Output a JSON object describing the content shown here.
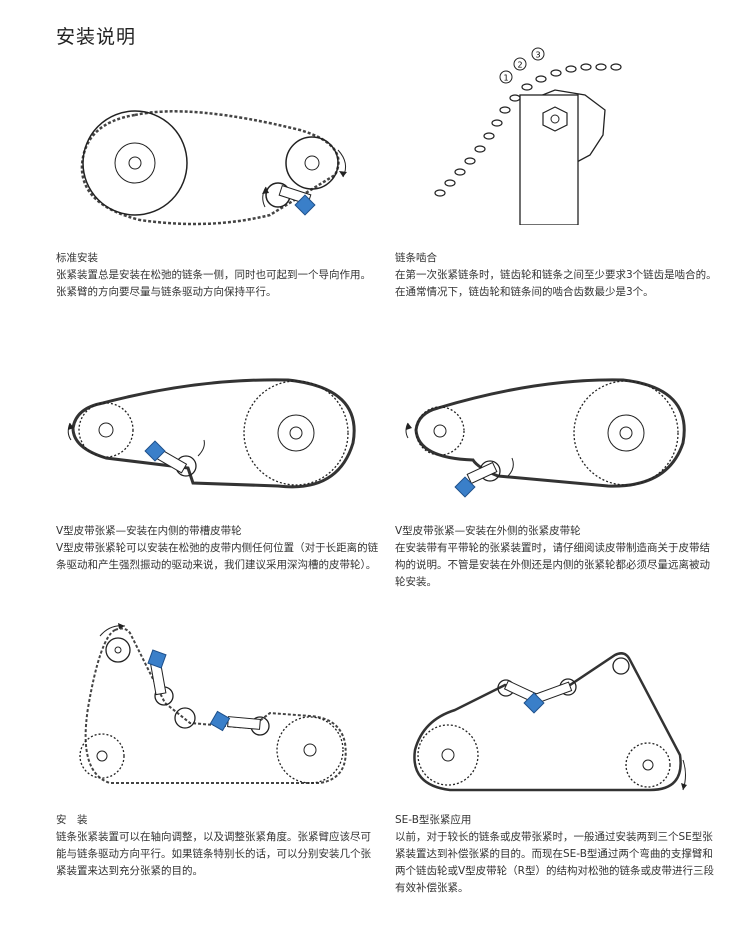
{
  "page": {
    "title": "安装说明"
  },
  "sections": [
    {
      "heading": "标准安装",
      "text": "张紧装置总是安装在松弛的链条一侧，同时也可起到一个导向作用。张紧臂的方向要尽量与链条驱动方向保持平行。"
    },
    {
      "heading": "链条啮合",
      "text": "在第一次张紧链条时，链齿轮和链条之间至少要求3个链齿是啮合的。在通常情况下，链齿轮和链条间的啮合齿数最少是3个。"
    },
    {
      "heading": "V型皮带张紧—安装在内侧的带槽皮带轮",
      "text": "V型皮带张紧轮可以安装在松弛的皮带内侧任何位置（对于长距离的链条驱动和产生强烈振动的驱动来说，我们建议采用深沟槽的皮带轮）。"
    },
    {
      "heading": "V型皮带张紧—安装在外侧的张紧皮带轮",
      "text": "在安装带有平带轮的张紧装置时，请仔细阅读皮带制造商关于皮带结构的说明。不管是安装在外侧还是内侧的张紧轮都必须尽量远离被动轮安装。"
    },
    {
      "heading": "安　装",
      "text": "链条张紧装置可以在轴向调整，以及调整张紧角度。张紧臂应该尽可能与链条驱动方向平行。如果链条特别长的话，可以分别安装几个张紧装置来达到充分张紧的目的。"
    },
    {
      "heading": "SE-B型张紧应用",
      "text": "以前，对于较长的链条或皮带张紧时，一般通过安装两到三个SE型张紧装置达到补偿张紧的目的。而现在SE-B型通过两个弯曲的支撑臂和两个链齿轮或V型皮带轮（R型）的结构对松弛的链条或皮带进行三段有效补偿张紧。"
    }
  ],
  "figure_labels": {
    "n1": "1",
    "n2": "2",
    "n3": "3"
  },
  "colors": {
    "accent": "#3a7fc9",
    "line": "#222222",
    "dash": "#555555"
  }
}
